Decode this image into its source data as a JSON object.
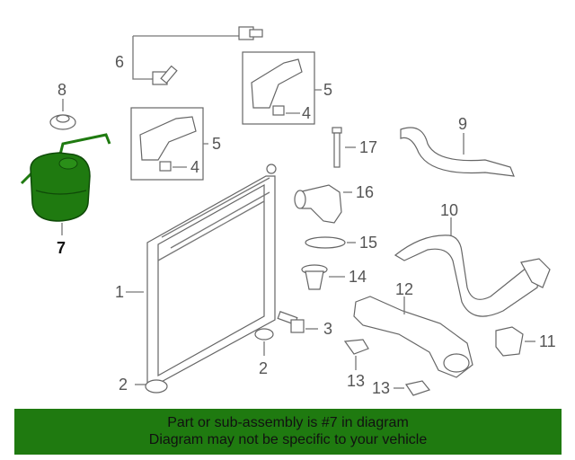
{
  "banner": {
    "line1": "Part or sub-assembly is #7 in diagram",
    "line2": "Diagram may not be specific to your vehicle"
  },
  "callouts": {
    "c1": "1",
    "c2a": "2",
    "c2b": "2",
    "c3": "3",
    "c4a": "4",
    "c4b": "4",
    "c5a": "5",
    "c5b": "5",
    "c6": "6",
    "c7": "7",
    "c8": "8",
    "c9": "9",
    "c10": "10",
    "c11": "11",
    "c12": "12",
    "c13a": "13",
    "c13b": "13",
    "c14": "14",
    "c15": "15",
    "c16": "16",
    "c17": "17"
  },
  "colors": {
    "highlight": "#1f7a10",
    "banner": "#1f7a10",
    "line": "#777777"
  }
}
